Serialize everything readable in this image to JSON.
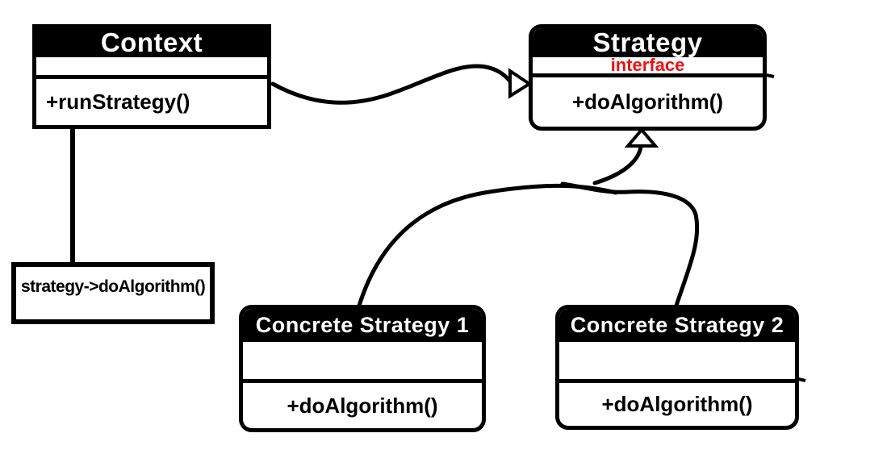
{
  "colors": {
    "header_bg": "#000000",
    "header_text": "#ffffff",
    "box_border": "#000000",
    "box_fill": "#ffffff",
    "stereotype": "#ee1111",
    "connector": "#000000",
    "background": "#ffffff"
  },
  "classes": {
    "context": {
      "name": "Context",
      "methods": [
        "+runStrategy()"
      ]
    },
    "strategy": {
      "name": "Strategy",
      "stereotype": "interface",
      "methods": [
        "+doAlgorithm()"
      ]
    },
    "concrete1": {
      "name": "Concrete Strategy 1",
      "methods": [
        "+doAlgorithm()"
      ]
    },
    "concrete2": {
      "name": "Concrete Strategy 2",
      "methods": [
        "+doAlgorithm()"
      ]
    }
  },
  "note": {
    "text": "strategy->doAlgorithm()"
  },
  "relations": {
    "association": {
      "from": "Context",
      "to": "Strategy",
      "arrowhead": "open-triangle"
    },
    "generalization1": {
      "from": "Concrete Strategy 1",
      "to": "Strategy",
      "arrowhead": "hollow-triangle"
    },
    "generalization2": {
      "from": "Concrete Strategy 2",
      "to": "Strategy",
      "arrowhead": "hollow-triangle"
    },
    "note_anchor": {
      "from": "Context",
      "to": "note"
    }
  }
}
